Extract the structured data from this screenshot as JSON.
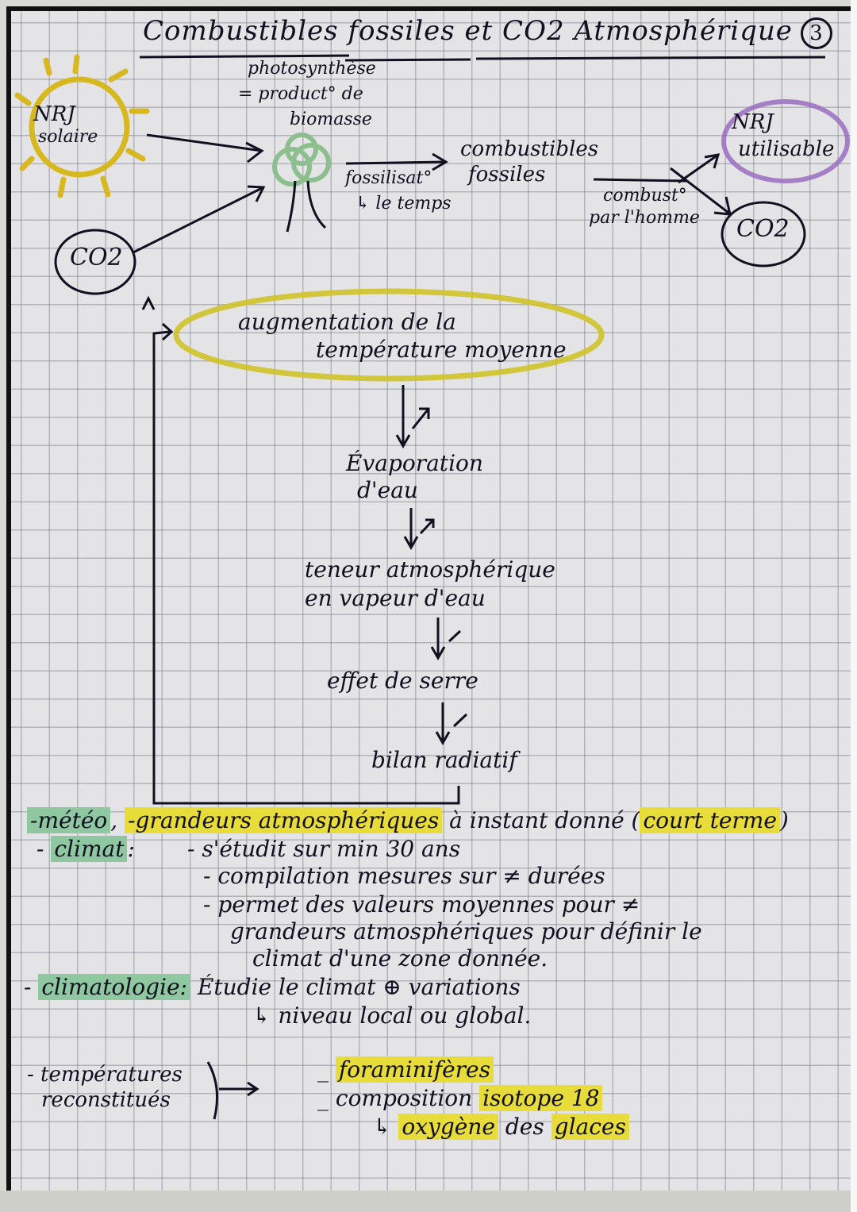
{
  "page": {
    "title": "Combustibles fossiles et CO2 Atmosphérique",
    "page_number": "3"
  },
  "diagram": {
    "sun_label_line1": "NRJ",
    "sun_label_line2": "solaire",
    "co2_source_label": "CO2",
    "photosynthesis_line1": "photosynthèse",
    "photosynthesis_line2": "= product° de",
    "photosynthesis_line3": "biomasse",
    "fossilisation_line1": "fossilisat°",
    "fossilisation_line2": "↳ le temps",
    "fuels_line1": "combustibles",
    "fuels_line2": "fossiles",
    "combustion_line1": "combust°",
    "combustion_line2": "par l'homme",
    "usable_energy_line1": "NRJ",
    "usable_energy_line2": "utilisable",
    "co2_output_label": "CO2",
    "feedback_loop": [
      {
        "label_line1": "augmentation de la",
        "label_line2": "température moyenne",
        "arrows": "↓↗"
      },
      {
        "label_line1": "Évaporation",
        "label_line2": "d'eau",
        "arrows": "↓↗"
      },
      {
        "label_line1": "teneur atmosphérique",
        "label_line2": "en vapeur d'eau",
        "arrows": "↓↗"
      },
      {
        "label_line1": "effet de serre",
        "label_line2": "",
        "arrows": "↓↗"
      },
      {
        "label_line1": "bilan radiatif",
        "label_line2": "",
        "arrows": ""
      }
    ],
    "loop_return_arrow": "↑"
  },
  "notes": {
    "meteo_term": "-météo",
    "meteo_def_highlighted": "-grandeurs atmosphériques",
    "meteo_def_rest": "à instant donné (",
    "meteo_def_term": "court terme",
    "meteo_def_close": ")",
    "climat_term": "climat",
    "climat_colon": ":",
    "climat_points": [
      "- s'étudit sur min 30 ans",
      "- compilation mesures sur ≠ durées",
      "- permet des valeurs moyennes pour ≠",
      "grandeurs atmosphériques pour définir le",
      "climat d'une zone donnée."
    ],
    "climatologie_term": "climatologie:",
    "climatologie_def_line1": "Étudie le climat ⊕ variations",
    "climatologie_def_line2": "↳ niveau local ou global.",
    "temperatures_line1": "- températures",
    "temperatures_line2": "reconstitués",
    "temperatures_arrow": "}→",
    "methods": {
      "item1_dash": "_",
      "item1": "foraminifères",
      "item2_dash": "_",
      "item2_prefix": "composition",
      "item2_highlighted": "isotope 18",
      "item2_line2_prefix": "↳",
      "item2_line2_hl1": "oxygène",
      "item2_line2_mid": "des",
      "item2_line2_hl2": "glaces"
    }
  },
  "colors": {
    "ink": "#101020",
    "sun_yellow": "#d8b820",
    "tree_green": "#8dbf8e",
    "usable_energy_purple": "#9a6fc0",
    "highlight_yellow": "#e8dc3a",
    "highlight_green": "#8fc8a0",
    "ellipse_yellow": "#cfc22a",
    "paper": "#e4e4e6",
    "grid": "#8a8a98"
  }
}
